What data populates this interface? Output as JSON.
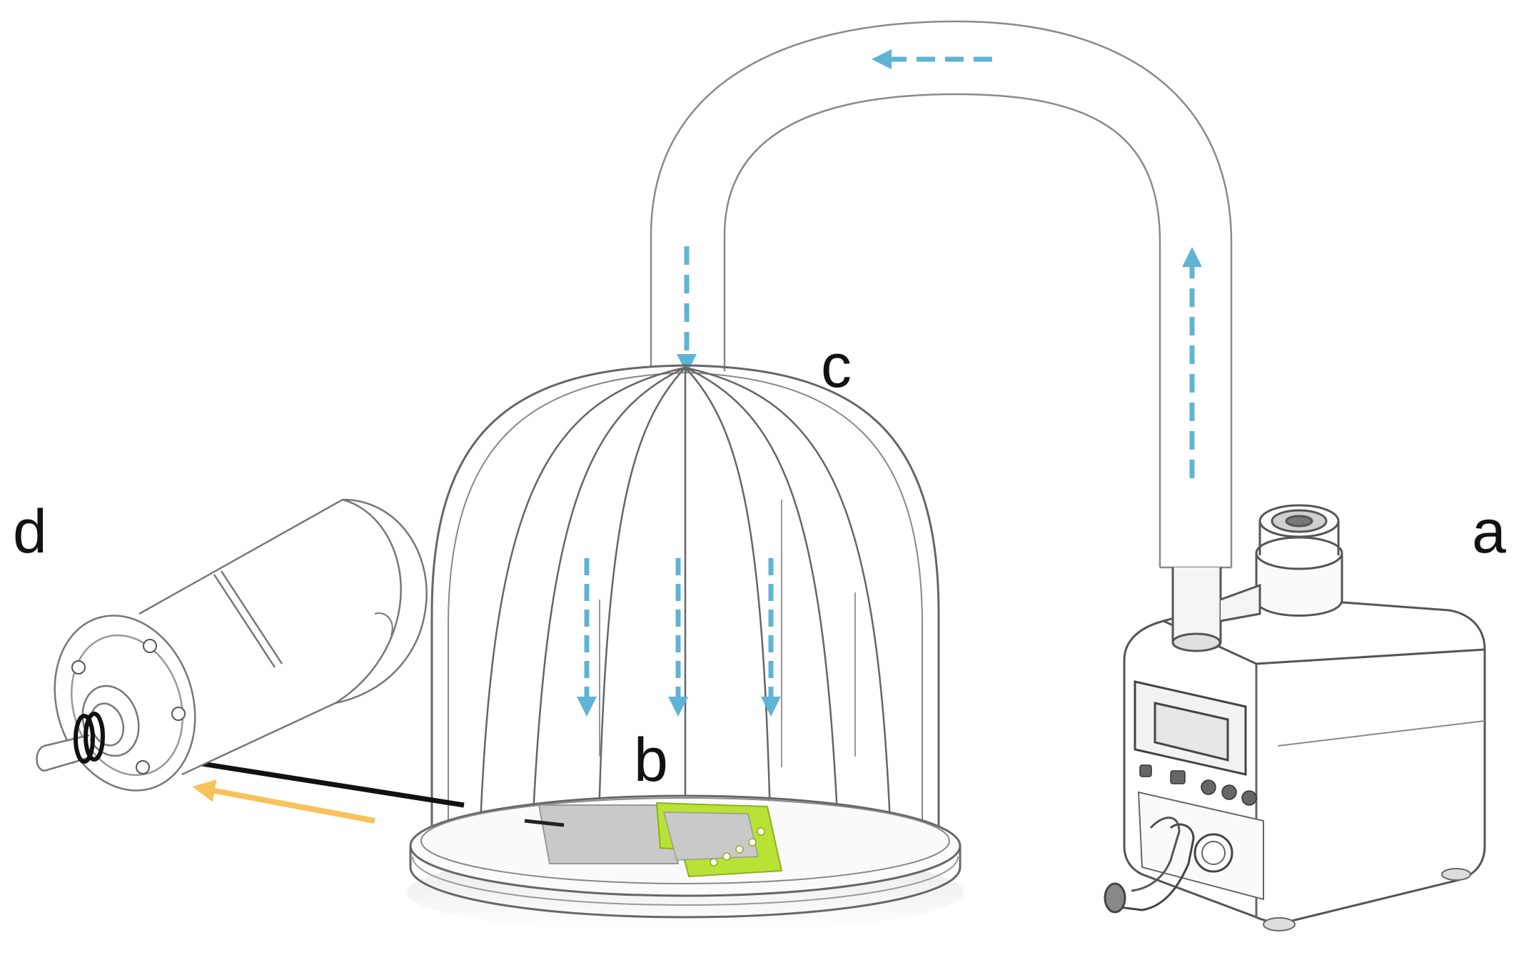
{
  "labels": {
    "a": "a",
    "b": "b",
    "c": "c",
    "d": "d"
  },
  "components": {
    "a": "humidifier-pump",
    "b": "sample-plate",
    "c": "bell-jar",
    "d": "motor"
  },
  "colors": {
    "line": "#555555",
    "airflow_arrow": "#5fb4d6",
    "pull_arrow": "#f7c25c",
    "sample_green": "#b8e234",
    "sample_gray": "#c9c9c9",
    "cable": "#111111"
  },
  "icons": {
    "airflow": "dashed-arrow",
    "pull": "solid-arrow"
  }
}
